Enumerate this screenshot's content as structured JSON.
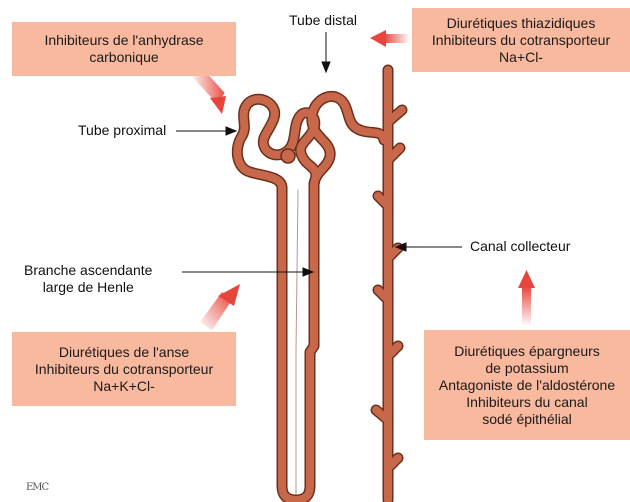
{
  "boxes": {
    "carbonic": [
      "Inhibiteurs de l'anhydrase",
      "carbonique"
    ],
    "thiazide": [
      "Diurétiques thiazidiques",
      "Inhibiteurs du cotransporteur",
      "Na+Cl-"
    ],
    "loop": [
      "Diurétiques de l'anse",
      "Inhibiteurs du cotransporteur",
      "Na+K+Cl-"
    ],
    "potassium": [
      "Diurétiques épargneurs",
      "de potassium",
      "Antagoniste de l'aldostérone",
      "Inhibiteurs du canal",
      "sodé épithélial"
    ]
  },
  "labels": {
    "distal": "Tube distal",
    "proximal": "Tube proximal",
    "henle": [
      "Branche ascendante",
      "large de Henle"
    ],
    "collecteur": "Canal collecteur"
  },
  "logo": "EMC",
  "colors": {
    "tubule": "#c8684a",
    "tubule_outline": "#6e2e1c",
    "box_fill": "#f9b99e",
    "arrow": "#e8453c"
  }
}
